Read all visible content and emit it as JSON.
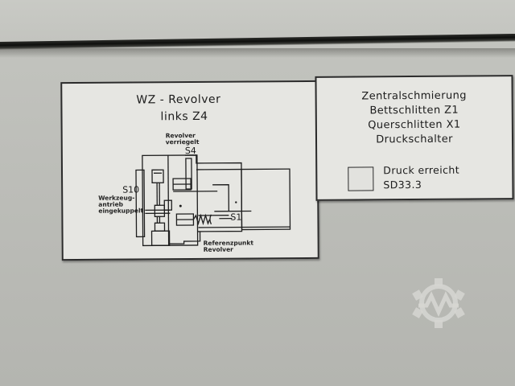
{
  "scene": {
    "description": "Photo of grey machine housing with two engraved labels",
    "colors": {
      "housing": "#bdbeb9",
      "seam": "#0e0f0d",
      "plate": "#e6e6e2",
      "ink": "#1c1c1c",
      "watermark": "#d6d6d2"
    }
  },
  "left_plate": {
    "title_line1": "WZ - Revolver",
    "title_line2": "links Z4",
    "diagram_labels": {
      "revolver_locked_line1": "Revolver",
      "revolver_locked_line2": "verriegelt",
      "s4": "S4",
      "s10": "S10",
      "tool_drive_line1": "Werkzeug-",
      "tool_drive_line2": "antrieb",
      "tool_drive_line3": "eingekuppelt",
      "s1": "S1",
      "reference_line1": "Referenzpunkt",
      "reference_line2": "Revolver"
    }
  },
  "right_plate": {
    "lines": [
      "Zentralschmierung",
      "Bettschlitten Z1",
      "Querschlitten X1",
      "Druckschalter"
    ],
    "indicator_label_line1": "Druck erreicht",
    "indicator_label_line2": "SD33.3"
  },
  "watermark": {
    "icon": "gear-pulse-icon"
  }
}
